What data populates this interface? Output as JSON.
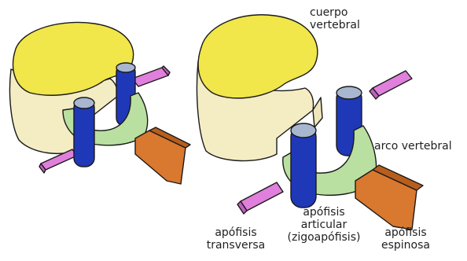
{
  "labels": {
    "cuerpo": [
      "cuerpo",
      "vertebral"
    ],
    "arco": [
      "arco vertebral"
    ],
    "transversa": [
      "apófisis",
      "transversa"
    ],
    "articular": [
      "apófisis",
      "articular",
      "(zigoapófisis)"
    ],
    "espinosa": [
      "apófisis",
      "espinosa"
    ]
  },
  "colors": {
    "body_top": "#f1e64a",
    "body_side": "#f4edc4",
    "arch": "#b9e0a0",
    "articular": "#1f38b8",
    "articular_cap": "#a8b7cf",
    "transverse": "#e07fdc",
    "spinous": "#d9782f",
    "outline": "#1a1a1a"
  }
}
